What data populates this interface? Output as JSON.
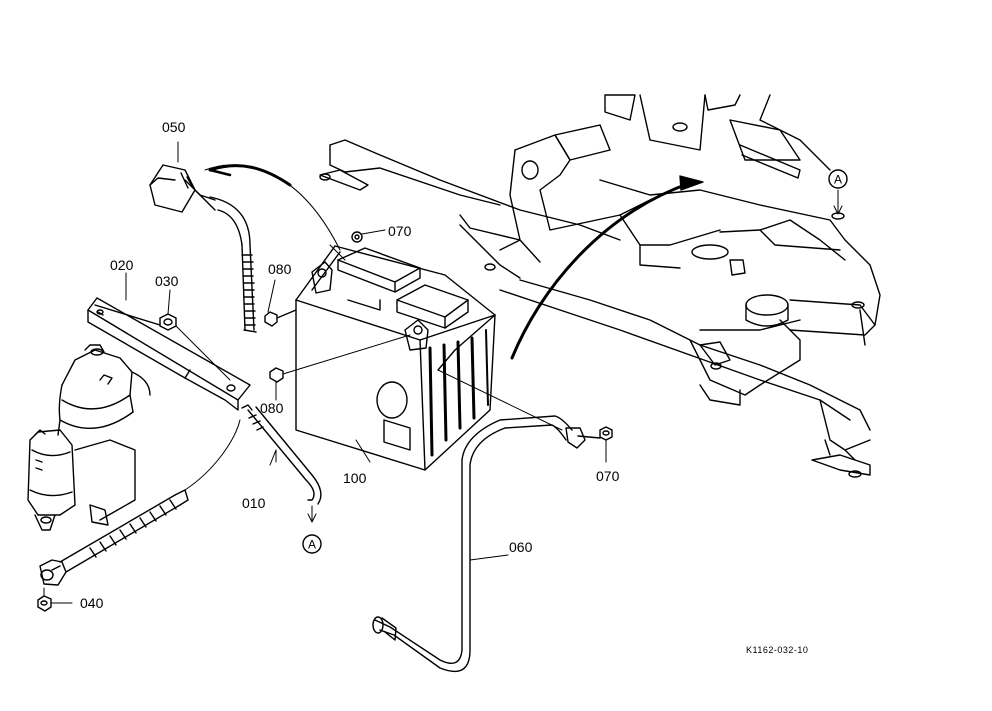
{
  "labels": {
    "p010": "010",
    "p020": "020",
    "p030": "030",
    "p040": "040",
    "p050": "050",
    "p060": "060",
    "p070a": "070",
    "p070b": "070",
    "p080a": "080",
    "p080b": "080",
    "p100": "100"
  },
  "marker_a_left": "A",
  "marker_a_right": "A",
  "drawing_ref": "K1162-032-10"
}
